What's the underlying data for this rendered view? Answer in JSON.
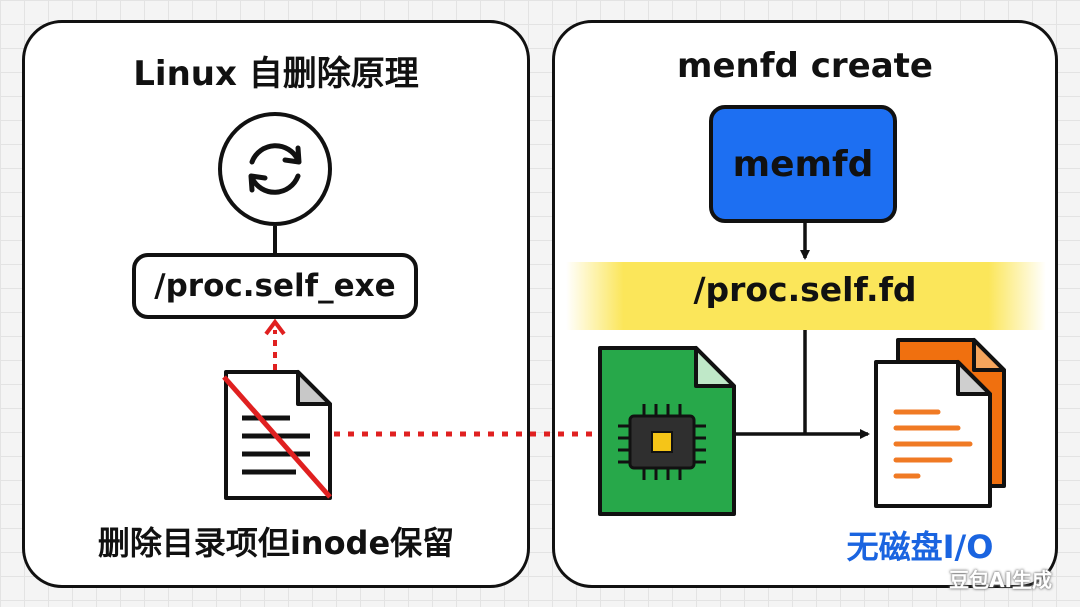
{
  "left_panel": {
    "title": "Linux 自删除原理",
    "exe_label": "/proc.self_exe",
    "caption": "删除目录项但inode保留"
  },
  "right_panel": {
    "title": "menfd create",
    "memfd_label": "memfd",
    "fd_label": "/proc.self.fd",
    "caption": "无磁盘I/O"
  },
  "watermark": "豆包AI生成",
  "icons": {
    "sync": "sync-icon",
    "deleted_file": "deleted-file-icon",
    "chip_file": "chip-file-icon",
    "documents": "documents-icon"
  },
  "colors": {
    "memfd_box": "#1d6ff2",
    "fd_highlight": "#fbe65a",
    "chip_file": "#27a84a",
    "chip_core": "#f5c518",
    "documents_back": "#f0700f",
    "doc_lines": "#f07a24",
    "dashed_link": "#e02020",
    "right_caption": "#1a64e0"
  }
}
